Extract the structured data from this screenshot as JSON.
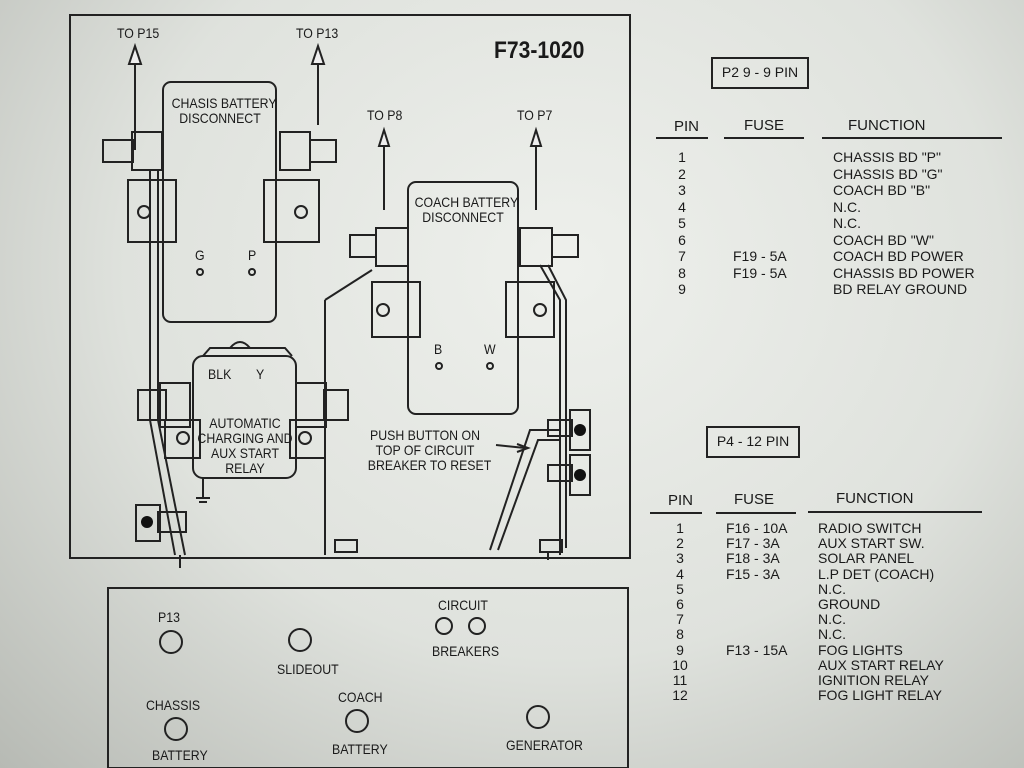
{
  "diagram": {
    "title": "F73-1020",
    "labels": {
      "to_p15": "TO P15",
      "to_p13": "TO P13",
      "to_p8": "TO P8",
      "to_p7": "TO P7",
      "chassis_disconnect": "CHASIS BATTERY\nDISCONNECT",
      "coach_disconnect": "COACH BATTERY\nDISCONNECT",
      "g": "G",
      "p": "P",
      "b": "B",
      "w": "W",
      "blk": "BLK",
      "y": "Y",
      "relay": "AUTOMATIC\nCHARGING AND\nAUX START\nRELAY",
      "push_button": "PUSH BUTTON ON\nTOP OF CIRCUIT\nBREAKER TO RESET"
    }
  },
  "front_panel": {
    "p13": "P13",
    "slideout": "SLIDEOUT",
    "circuit": "CIRCUIT",
    "breakers": "BREAKERS",
    "chassis": "CHASSIS",
    "battery_left": "BATTERY",
    "coach": "COACH",
    "battery_mid": "BATTERY",
    "generator": "GENERATOR"
  },
  "table_p2": {
    "title": "P2 9 - 9 PIN",
    "headers": {
      "pin": "PIN",
      "fuse": "FUSE",
      "function": "FUNCTION"
    },
    "rows": [
      {
        "pin": "1",
        "fuse": "",
        "function": "CHASSIS BD  \"P\""
      },
      {
        "pin": "2",
        "fuse": "",
        "function": "CHASSIS BD  \"G\""
      },
      {
        "pin": "3",
        "fuse": "",
        "function": "COACH BD \"B\""
      },
      {
        "pin": "4",
        "fuse": "",
        "function": "N.C."
      },
      {
        "pin": "5",
        "fuse": "",
        "function": "N.C."
      },
      {
        "pin": "6",
        "fuse": "",
        "function": "COACH BD  \"W\""
      },
      {
        "pin": "7",
        "fuse": "F19 - 5A",
        "function": "COACH BD POWER"
      },
      {
        "pin": "8",
        "fuse": "F19 - 5A",
        "function": "CHASSIS BD POWER"
      },
      {
        "pin": "9",
        "fuse": "",
        "function": "BD RELAY GROUND"
      }
    ]
  },
  "table_p4": {
    "title": "P4 - 12 PIN",
    "headers": {
      "pin": "PIN",
      "fuse": "FUSE",
      "function": "FUNCTION"
    },
    "rows": [
      {
        "pin": "1",
        "fuse": "F16 - 10A",
        "function": "RADIO SWITCH"
      },
      {
        "pin": "2",
        "fuse": "F17 - 3A",
        "function": "AUX START SW."
      },
      {
        "pin": "3",
        "fuse": "F18 - 3A",
        "function": "SOLAR PANEL"
      },
      {
        "pin": "4",
        "fuse": "F15 - 3A",
        "function": "L.P DET  (COACH)"
      },
      {
        "pin": "5",
        "fuse": "",
        "function": "N.C."
      },
      {
        "pin": "6",
        "fuse": "",
        "function": "GROUND"
      },
      {
        "pin": "7",
        "fuse": "",
        "function": "N.C."
      },
      {
        "pin": "8",
        "fuse": "",
        "function": "N.C."
      },
      {
        "pin": "9",
        "fuse": "F13 - 15A",
        "function": "FOG LIGHTS"
      },
      {
        "pin": "10",
        "fuse": "",
        "function": "AUX START RELAY"
      },
      {
        "pin": "11",
        "fuse": "",
        "function": "IGNITION RELAY"
      },
      {
        "pin": "12",
        "fuse": "",
        "function": "FOG LIGHT RELAY"
      }
    ]
  }
}
